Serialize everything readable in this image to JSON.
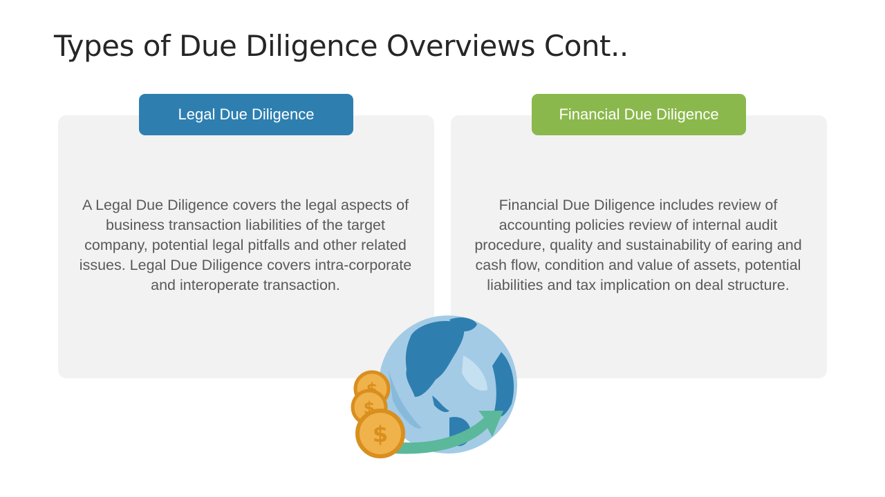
{
  "slide": {
    "title": "Types of Due Diligence Overviews Cont.."
  },
  "cards": [
    {
      "label": "Legal Due Diligence",
      "color": "#2e7fb0",
      "body": "A Legal Due Diligence covers the legal aspects of business transaction liabilities of the target company, potential legal pitfalls and other related issues. Legal Due Diligence covers intra-corporate and interoperate transaction."
    },
    {
      "label": "Financial Due Diligence",
      "color": "#8bb84c",
      "body": "Financial Due Diligence includes review of accounting policies review of internal audit procedure, quality and sustainability of earing and cash flow, condition and value of assets, potential liabilities and tax implication on deal structure."
    }
  ],
  "illustration": {
    "icon": "globe-with-coins-and-arrow-icon",
    "colors": {
      "globe_ocean": "#a3cbe6",
      "globe_land": "#2e7fb0",
      "coin": "#f0b24a",
      "coin_rim": "#d98f1e",
      "arrow": "#5bb89a"
    }
  }
}
